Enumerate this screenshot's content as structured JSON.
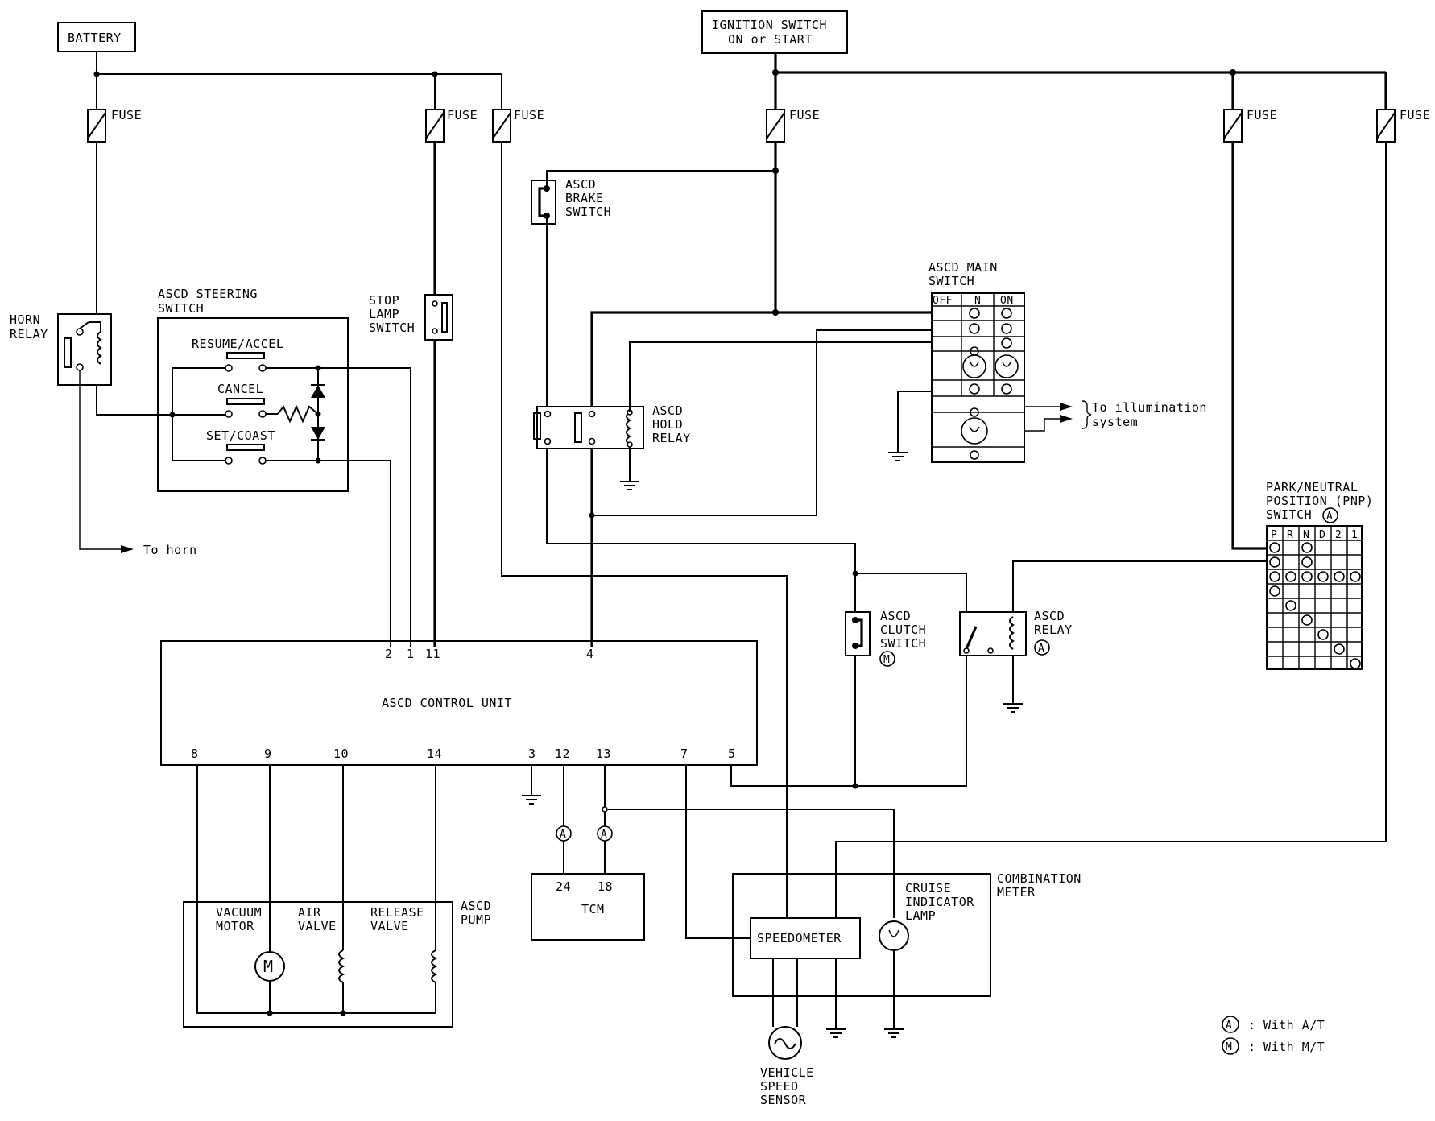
{
  "labels": {
    "battery": "BATTERY",
    "ignition_1": "IGNITION SWITCH",
    "ignition_2": "ON or START",
    "fuse": "FUSE",
    "horn_relay_1": "HORN",
    "horn_relay_2": "RELAY",
    "to_horn": "To horn",
    "steering_switch_1": "ASCD STEERING",
    "steering_switch_2": "SWITCH",
    "resume_accel": "RESUME/ACCEL",
    "cancel": "CANCEL",
    "set_coast": "SET/COAST",
    "stop_lamp_1": "STOP",
    "stop_lamp_2": "LAMP",
    "stop_lamp_3": "SWITCH",
    "brake_switch_1": "ASCD",
    "brake_switch_2": "BRAKE",
    "brake_switch_3": "SWITCH",
    "hold_relay_1": "ASCD",
    "hold_relay_2": "HOLD",
    "hold_relay_3": "RELAY",
    "main_switch_1": "ASCD MAIN",
    "main_switch_2": "SWITCH",
    "main_off": "OFF",
    "main_n": "N",
    "main_on": "ON",
    "to_illumination_1": "To illumination",
    "to_illumination_2": "system",
    "pnp_1": "PARK/NEUTRAL",
    "pnp_2": "POSITION (PNP)",
    "pnp_3": "SWITCH",
    "clutch_1": "ASCD",
    "clutch_2": "CLUTCH",
    "clutch_3": "SWITCH",
    "ascd_relay_1": "ASCD",
    "ascd_relay_2": "RELAY",
    "control_unit": "ASCD CONTROL UNIT",
    "pump_1": "ASCD",
    "pump_2": "PUMP",
    "vacuum_1": "VACUUM",
    "vacuum_2": "MOTOR",
    "air_1": "AIR",
    "air_2": "VALVE",
    "release_1": "RELEASE",
    "release_2": "VALVE",
    "tcm": "TCM",
    "speedometer": "SPEEDOMETER",
    "cruise_1": "CRUISE",
    "cruise_2": "INDICATOR",
    "cruise_3": "LAMP",
    "combination_1": "COMBINATION",
    "combination_2": "METER",
    "vss_1": "VEHICLE",
    "vss_2": "SPEED",
    "vss_3": "SENSOR",
    "motor_symbol": "M",
    "legend_at_mark": "A",
    "legend_mt_mark": "M",
    "legend_at": ": With A/T",
    "legend_mt": ": With M/T"
  },
  "pnp_positions": [
    "P",
    "R",
    "N",
    "D",
    "2",
    "1"
  ],
  "control_unit_top_pins": [
    "2",
    "1",
    "11",
    "4"
  ],
  "control_unit_bottom_pins": [
    "8",
    "9",
    "10",
    "14",
    "3",
    "12",
    "13",
    "7",
    "5"
  ],
  "tcm_pins": [
    "24",
    "18"
  ]
}
